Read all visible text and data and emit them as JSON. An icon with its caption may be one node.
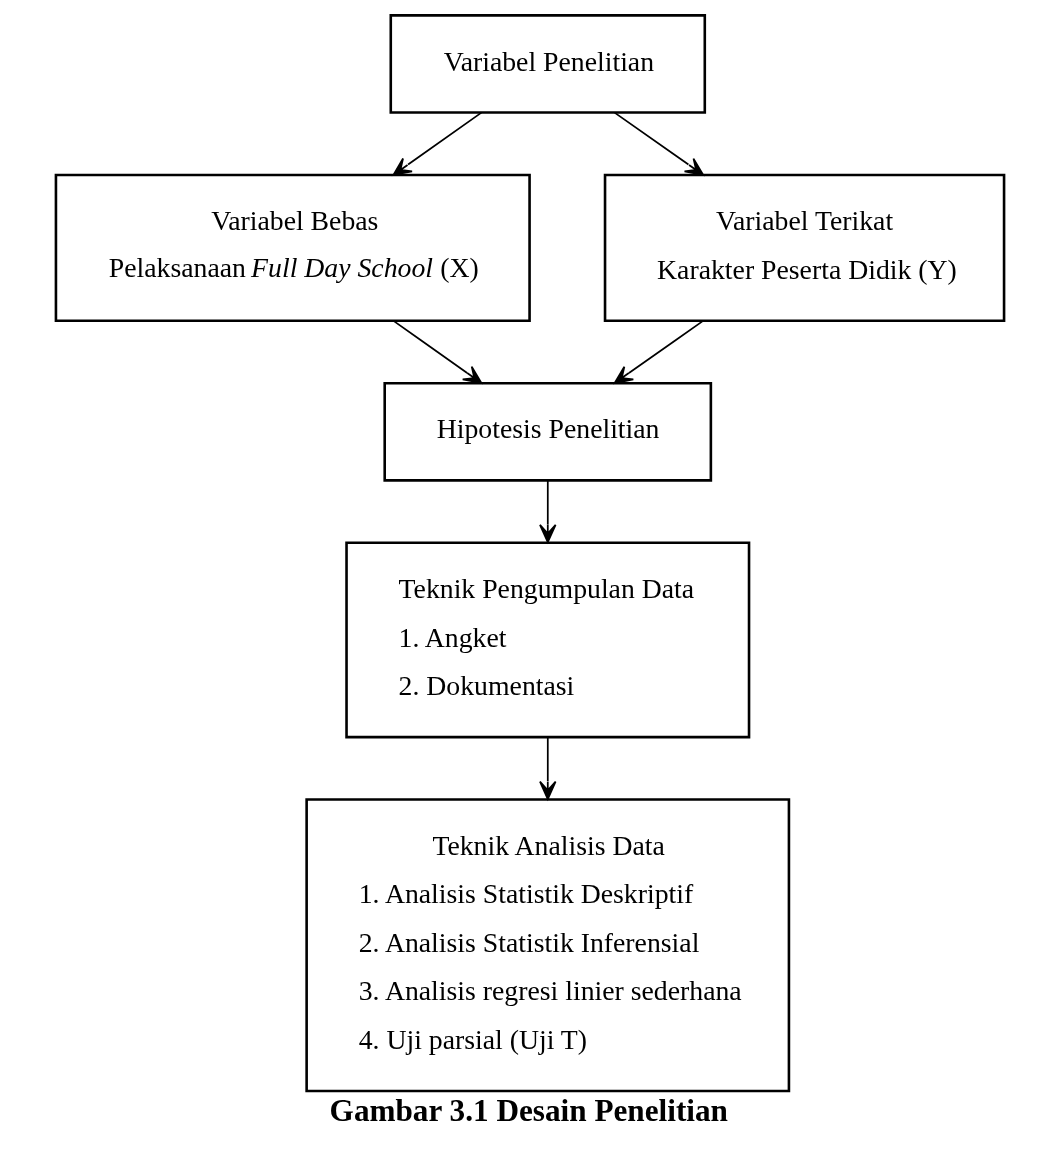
{
  "diagram": {
    "caption": "Gambar 3.1 Desain Penelitian",
    "nodes": [
      {
        "text": [
          "Variabel Penelitian"
        ]
      },
      {
        "text": [
          "Variabel Bebas",
          "Pelaksanaan *Full Day School* (X)"
        ]
      },
      {
        "text": [
          "Variabel Terikat",
          "Karakter Peserta Didik (Y)"
        ]
      },
      {
        "text": [
          "Hipotesis Penelitian"
        ]
      },
      {
        "text": [
          "Teknik Pengumpulan Data",
          "1. Angket",
          "2. Dokumentasi"
        ]
      },
      {
        "text": [
          "Teknik Analisis Data",
          "1. Analisis Statistik Deskriptif",
          "2. Analisis Statistik Inferensial",
          "3. Analisis regresi linier sederhana",
          "4. Uji parsial (Uji T)"
        ]
      }
    ],
    "edges": [
      {
        "from": 0,
        "to": 1,
        "arrow": "to"
      },
      {
        "from": 0,
        "to": 2,
        "arrow": "to"
      },
      {
        "from": 1,
        "to": 3,
        "arrow": "to"
      },
      {
        "from": 2,
        "to": 3,
        "arrow": "to"
      },
      {
        "from": 3,
        "to": 4,
        "arrow": "to"
      },
      {
        "from": 4,
        "to": 5,
        "arrow": "to"
      }
    ]
  }
}
